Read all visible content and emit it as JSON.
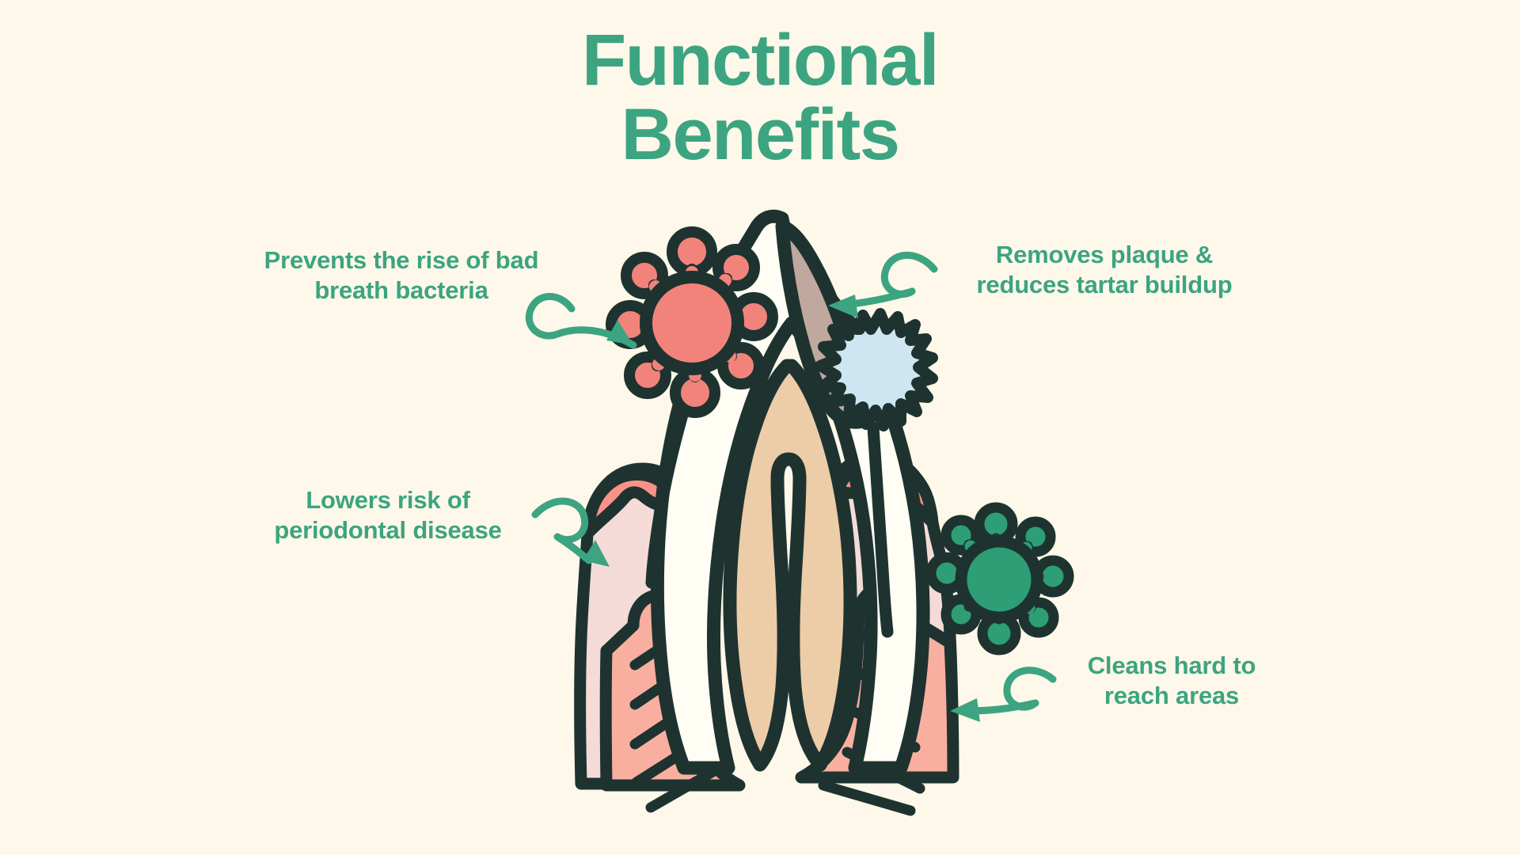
{
  "page": {
    "background_color": "#FDF8E9",
    "accent_color": "#3CA480"
  },
  "title": {
    "line1": "Functional",
    "line2": "Benefits",
    "color": "#3CA480"
  },
  "callouts": [
    {
      "id": "bad-breath",
      "text": "Prevents the rise of bad\nbreath bacteria",
      "position": "top-left",
      "points_to": "red-bacteria"
    },
    {
      "id": "plaque",
      "text": "Removes plaque &\nreduces tartar buildup",
      "position": "top-right",
      "points_to": "tooth-plaque-deposit"
    },
    {
      "id": "periodontal",
      "text": "Lowers risk of\nperiodontal disease",
      "position": "middle-left",
      "points_to": "inflamed-gum-margin"
    },
    {
      "id": "hard-reach",
      "text": "Cleans hard to\nreach areas",
      "position": "bottom-right",
      "points_to": "alveolar-bone-pocket"
    }
  ],
  "illustration": {
    "name": "tooth-cross-section-diagram",
    "description": "Cross-section of a tooth set in gum and alveolar bone, with plaque deposit on the crown, a blue spiky bacterium and red and green germ characters",
    "parts": [
      {
        "name": "tooth-enamel",
        "color": "#FFFDF4"
      },
      {
        "name": "tooth-dentin-root",
        "color": "#EDCCA8"
      },
      {
        "name": "plaque-deposit",
        "color": "#C0A89E"
      },
      {
        "name": "gum-tissue",
        "color": "#F5DBD7"
      },
      {
        "name": "gum-inflamed-margin",
        "color": "#F9938A"
      },
      {
        "name": "alveolar-bone",
        "color": "#F9AFA0"
      },
      {
        "name": "bacterium-blue",
        "color": "#CDE6F2"
      },
      {
        "name": "germ-red",
        "color": "#F2837B"
      },
      {
        "name": "germ-green",
        "color": "#2E9E76"
      },
      {
        "name": "outline",
        "color": "#1E3330"
      }
    ]
  }
}
